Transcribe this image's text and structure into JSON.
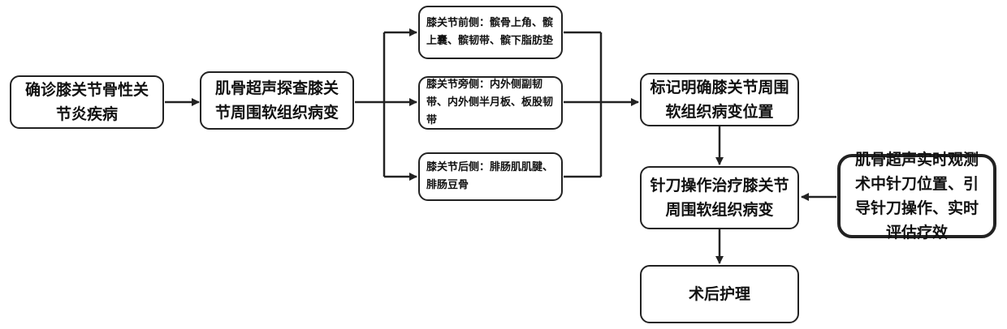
{
  "boxes": {
    "diagnose": "确诊膝关节骨性关节炎疾病",
    "ultrasound_exam": "肌骨超声探查膝关节周围软组织病变",
    "front": "膝关节前侧：髌骨上角、髌上囊、髌韧带、髌下脂肪垫",
    "side": "膝关节旁侧：内外侧副韧带、内外侧半月板、板股韧带",
    "back": "膝关节后侧：腓肠肌肌腱、腓肠豆骨",
    "mark": "标记明确膝关节周围软组织病变位置",
    "treat": "针刀操作治疗膝关节周围软组织病变",
    "realtime": "肌骨超声实时观测术中针刀位置、引导针刀操作、实时评估疗效",
    "postop": "术后护理"
  }
}
